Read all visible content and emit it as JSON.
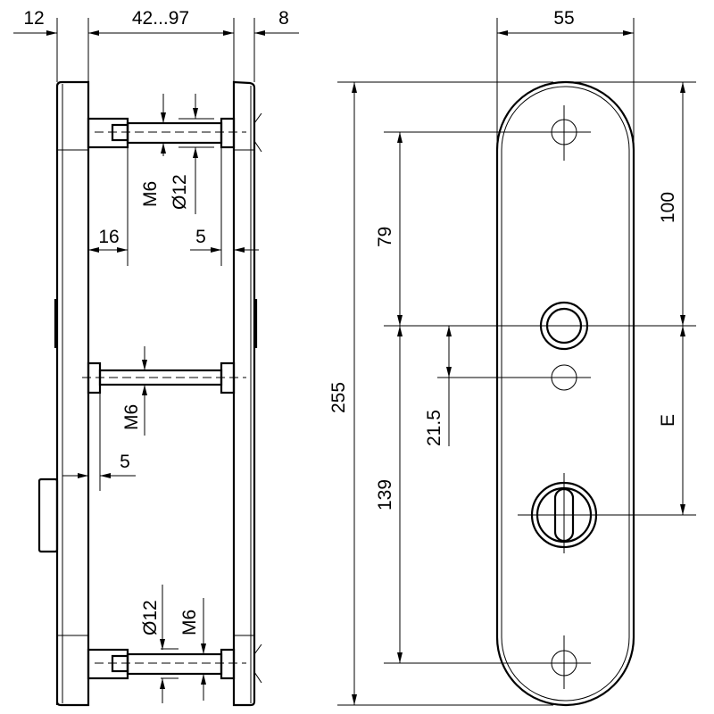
{
  "side_view": {
    "dims": {
      "plate_left_thickness": "12",
      "door_thickness": "42...97",
      "plate_right_thickness": "8",
      "bolt_head_length": "16",
      "nut_offset": "5",
      "top_thread": "M6",
      "top_diameter": "Ø12",
      "middle_thread": "M6",
      "middle_offset": "5",
      "bottom_diameter": "Ø12",
      "bottom_thread": "M6"
    }
  },
  "front_view": {
    "dims": {
      "width": "55",
      "height": "255",
      "upper_hole_to_knob": "79",
      "knob_to_lower_hole": "139",
      "knob_to_small_hole": "21.5",
      "top_to_knob": "100",
      "backset_e": "E"
    }
  }
}
